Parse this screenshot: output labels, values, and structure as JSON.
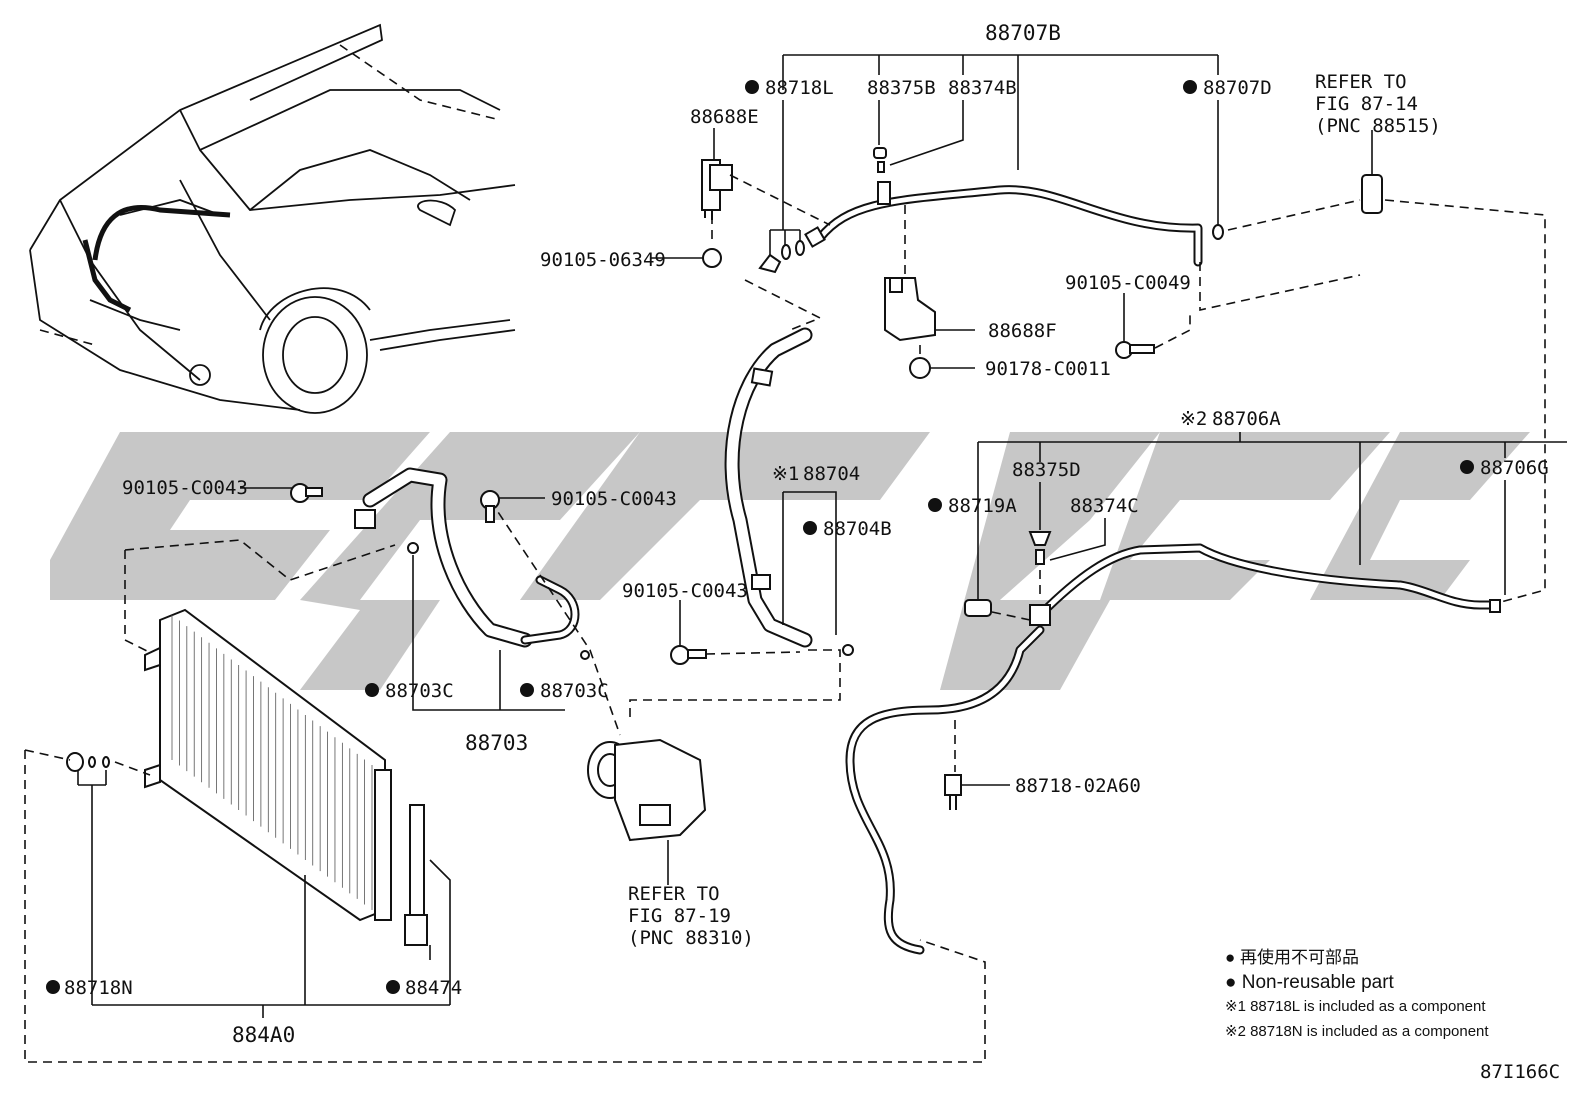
{
  "labels": {
    "p88707B": "88707B",
    "p88718L": "88718L",
    "p88375B": "88375B",
    "p88374B": "88374B",
    "p88707D": "88707D",
    "refer1_a": "REFER TO",
    "refer1_b": "FIG 87-14",
    "refer1_c": "(PNC 88515)",
    "p88688E": "88688E",
    "p90105_06349": "90105-06349",
    "p90105_C0049": "90105-C0049",
    "p88688F": "88688F",
    "p90178_C0011": "90178-C0011",
    "p88706A": "88706A",
    "p88706A_mark": "※2",
    "p88375D": "88375D",
    "p88719A": "88719A",
    "p88374C": "88374C",
    "p88706G": "88706G",
    "p90105_C0043_a": "90105-C0043",
    "p90105_C0043_b": "90105-C0043",
    "p90105_C0043_c": "90105-C0043",
    "p88704": "88704",
    "p88704_mark": "※1",
    "p88704B": "88704B",
    "p88703C_a": "88703C",
    "p88703C_b": "88703C",
    "p88703": "88703",
    "p88718_02A60": "88718-02A60",
    "refer2_a": "REFER TO",
    "refer2_b": "FIG 87-19",
    "refer2_c": "(PNC 88310)",
    "p88718N": "88718N",
    "p88474": "88474",
    "p884A0": "884A0",
    "figure_id": "87I166C"
  },
  "legend": {
    "line1": "● 再使用不可部品",
    "line2": "● Non-reusable part",
    "line3": "※1 88718L is included as a component",
    "line4": "※2 88718N is included as a component"
  },
  "watermark": {
    "color": "#bdbdbd"
  }
}
